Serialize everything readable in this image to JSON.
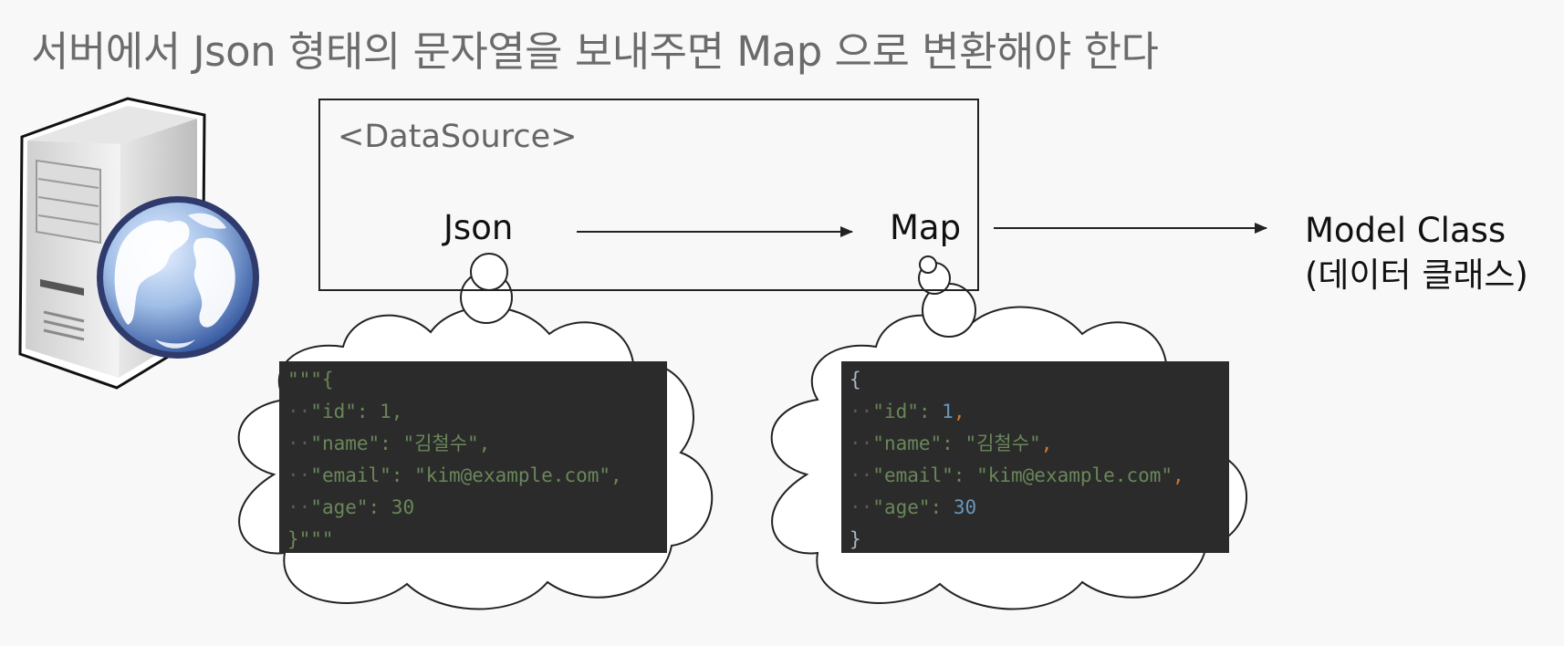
{
  "title": "서버에서 Json 형태의 문자열을 보내주면 Map 으로 변환해야 한다",
  "diagram": {
    "datasource_label": "<DataSource>",
    "json_label": "Json",
    "map_label": "Map",
    "model_label_line1": "Model Class",
    "model_label_line2": "(데이터 클래스)"
  },
  "icons": {
    "server": "server-computer-icon",
    "globe": "globe-icon"
  },
  "json_code": {
    "lines": [
      "\"\"\"{",
      "  \"id\": 1,",
      "  \"name\": \"김철수\",",
      "  \"email\": \"kim@example.com\",",
      "  \"age\": 30",
      "}\"\"\""
    ]
  },
  "map_code": {
    "lines": [
      "{",
      "  \"id\": 1,",
      "  \"name\": \"김철수\",",
      "  \"email\": \"kim@example.com\",",
      "  \"age\": 30",
      "}"
    ]
  },
  "colors": {
    "code_background": "#2b2b2b",
    "string": "#6a8759",
    "number": "#6897bb",
    "punctuation": "#a9b7c6",
    "comma": "#cc7832",
    "title": "#6b6b6b"
  }
}
